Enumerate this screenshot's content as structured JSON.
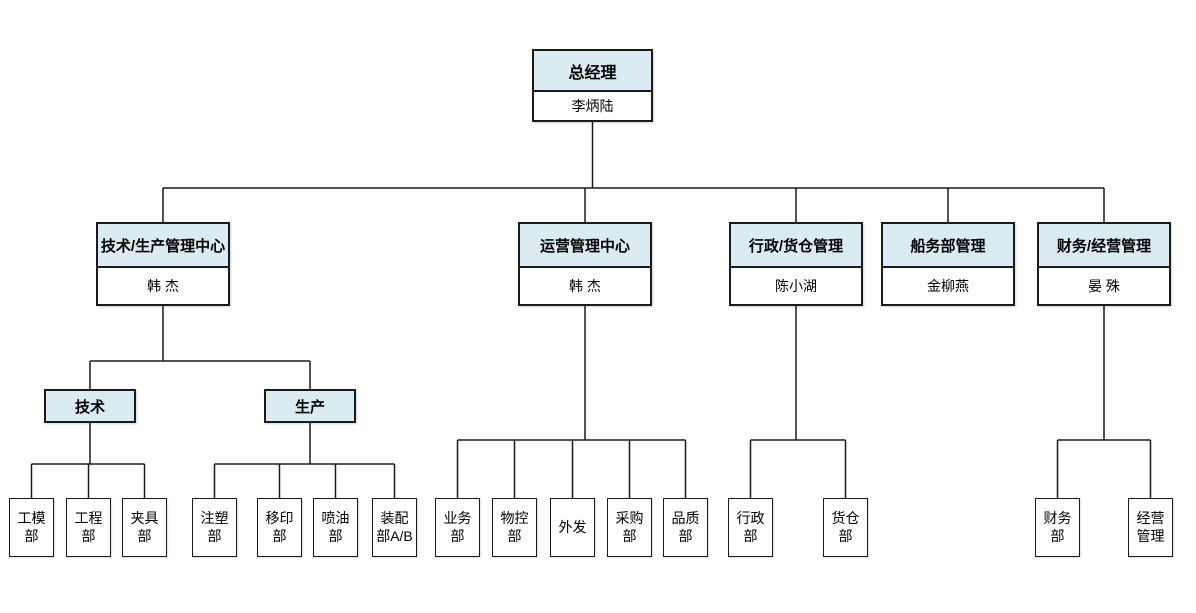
{
  "colors": {
    "header_fill": "#daebf2",
    "line": "#1a1a1a"
  },
  "org_chart": {
    "root": {
      "title": "总经理",
      "person": "李炳陆"
    },
    "divisions": [
      {
        "title": "技术/生产管理中心",
        "person": "韩 杰",
        "groups": [
          {
            "title": "技术",
            "departments": [
              "工模部",
              "工程部",
              "夹具部"
            ]
          },
          {
            "title": "生产",
            "departments": [
              "注塑部",
              "移印部",
              "喷油部",
              "装配部A/B"
            ]
          }
        ]
      },
      {
        "title": "运营管理中心",
        "person": "韩 杰",
        "departments": [
          "业务部",
          "物控部",
          "外发",
          "采购部",
          "品质部"
        ]
      },
      {
        "title": "行政/货仓管理",
        "person": "陈小湖",
        "departments": [
          "行政部",
          "货仓部"
        ]
      },
      {
        "title": "船务部管理",
        "person": "金柳燕",
        "departments": []
      },
      {
        "title": "财务/经营管理",
        "person": "晏 殊",
        "departments": [
          "财务部",
          "经营管理"
        ]
      }
    ]
  }
}
